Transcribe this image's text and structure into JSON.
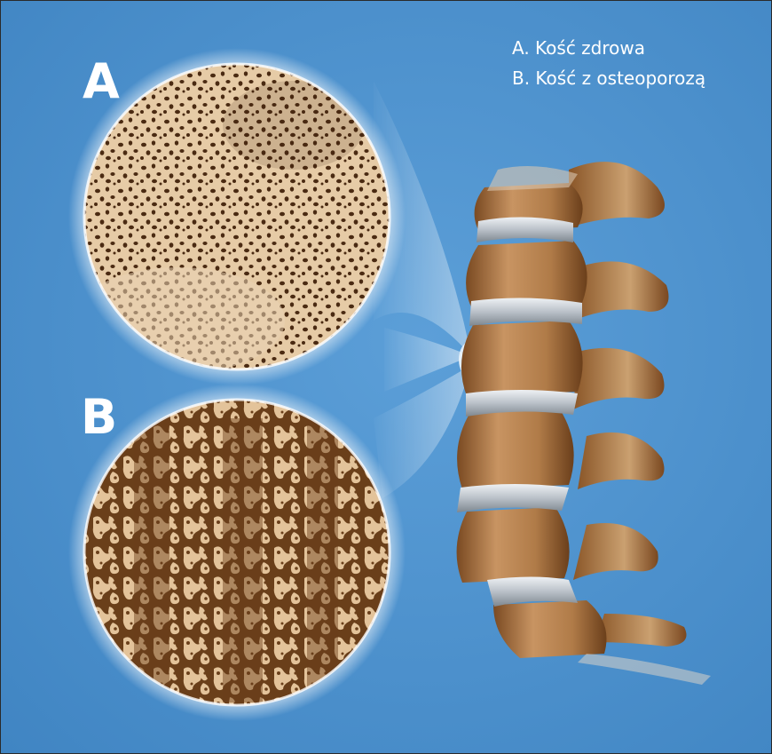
{
  "labels": {
    "a": "A",
    "b": "B"
  },
  "legend": {
    "line_a": "A. Kość zdrowa",
    "line_b": "B. Kość z osteoporozą"
  },
  "colors": {
    "background": "#4a8fcb",
    "bone_light": "#e8cfae",
    "bone_dark": "#5a3518",
    "bone_mid": "#b48150",
    "disc": "#c7cdd3",
    "glow": "#ffffff"
  }
}
